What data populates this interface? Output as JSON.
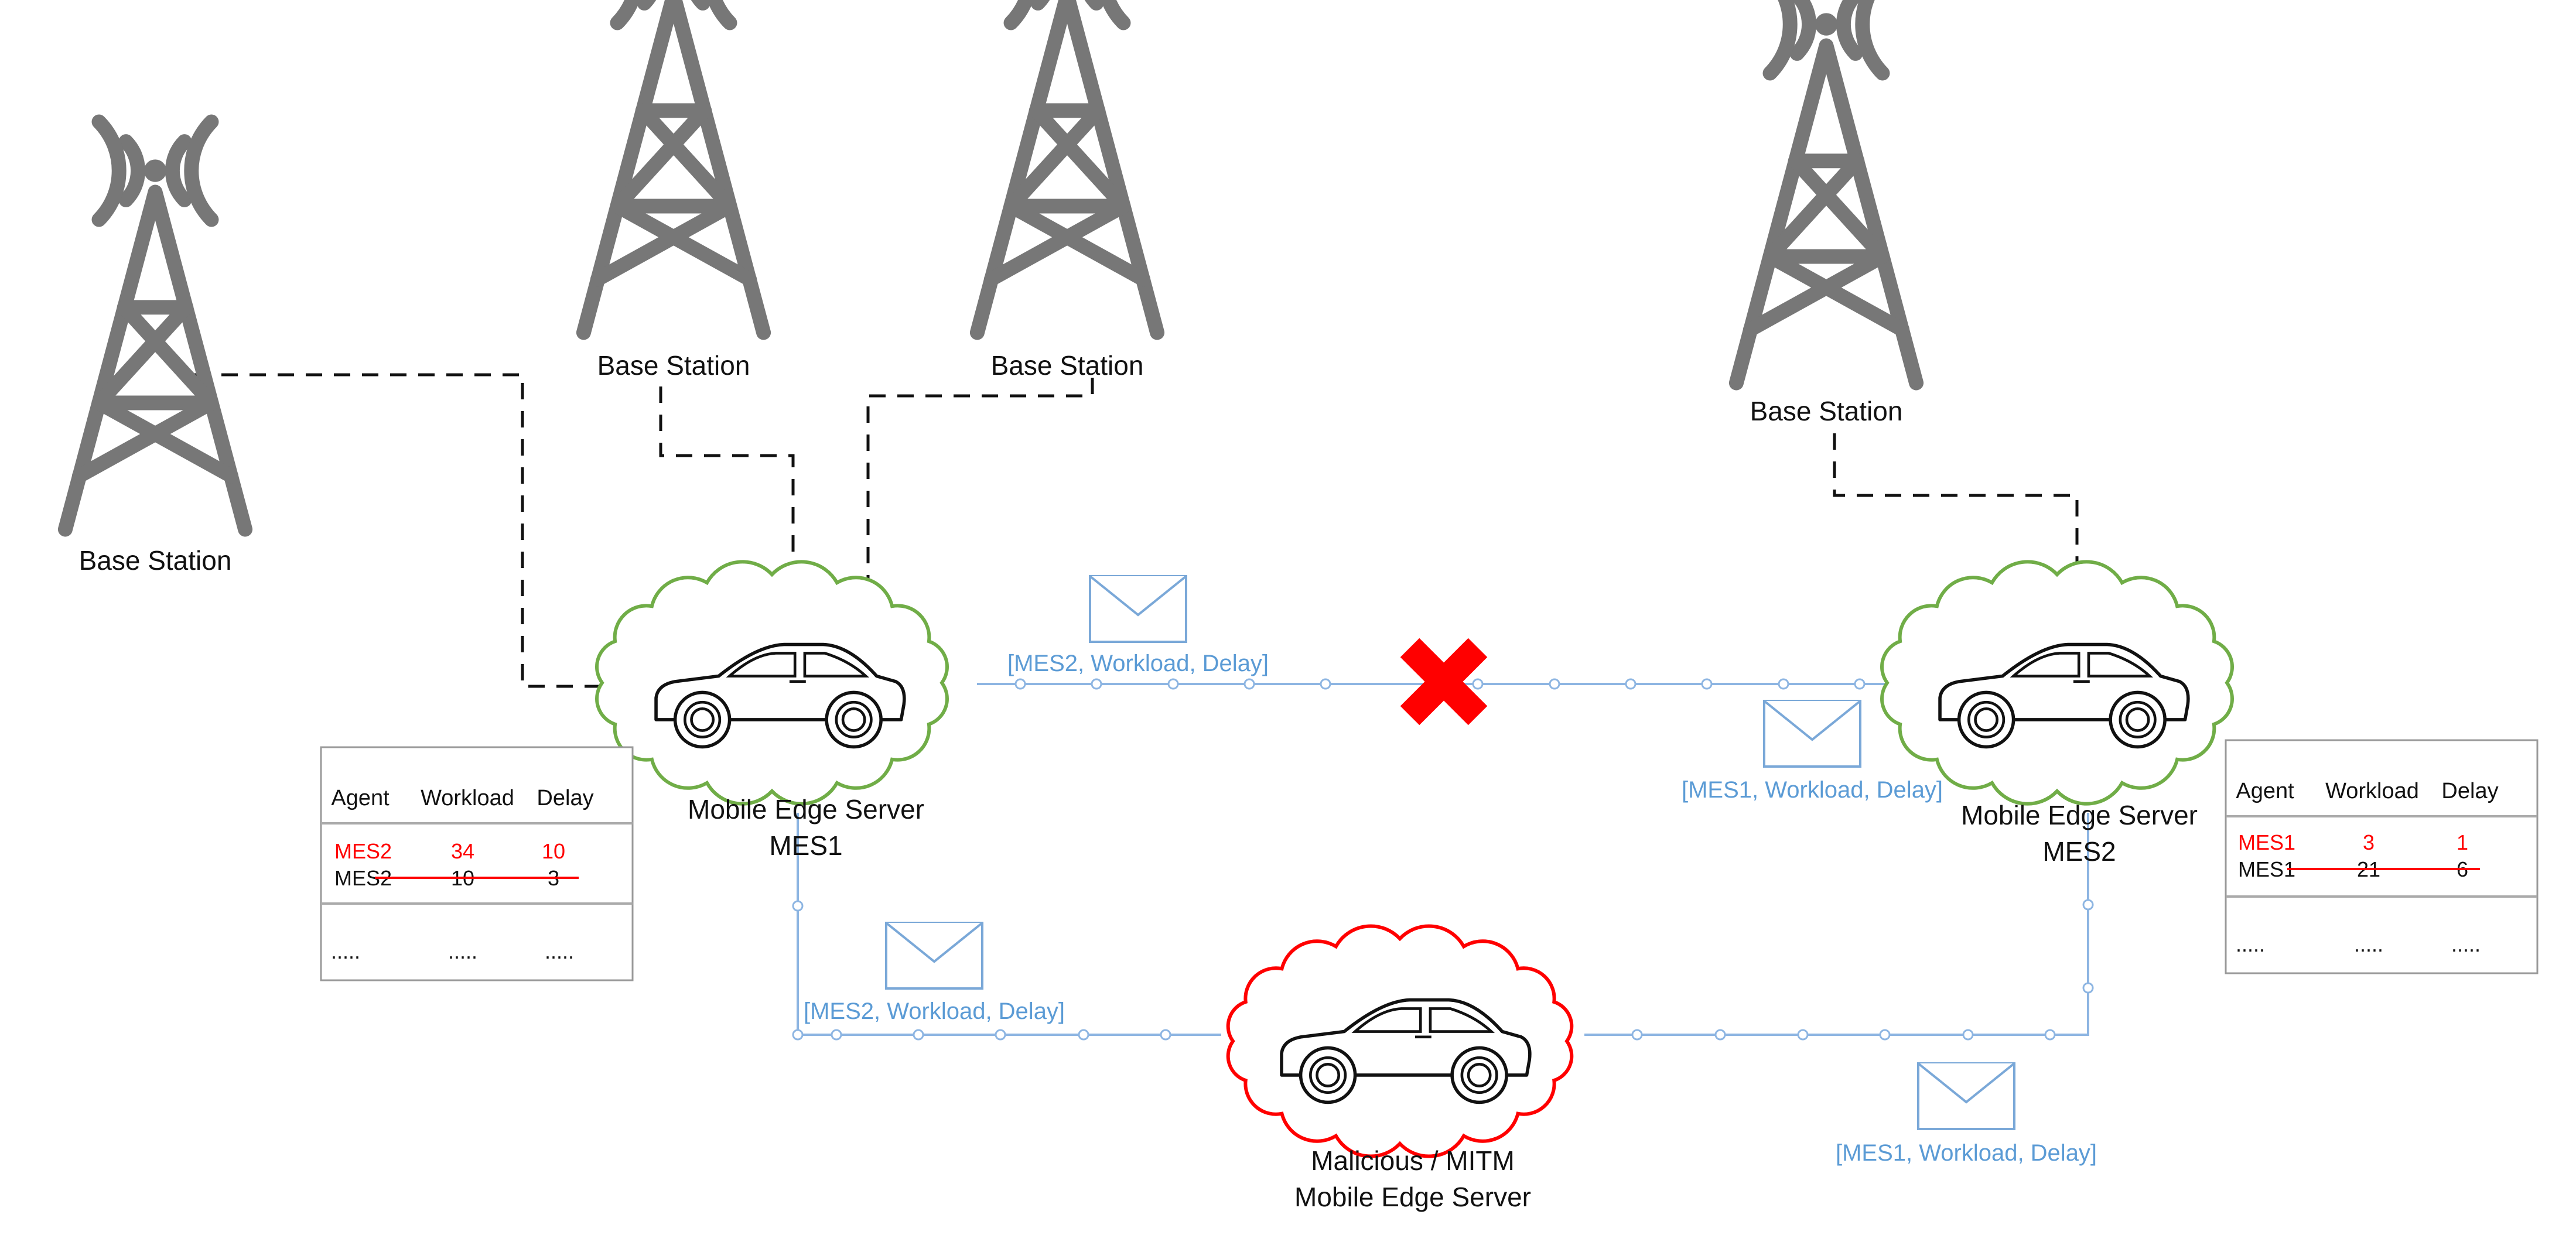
{
  "colors": {
    "tower": "#777777",
    "normal_cloud": "#70ad47",
    "malicious_cloud": "#ff0000",
    "link": "#8db5e2",
    "message_text": "#5b9bd5",
    "forged_row": "#ff0000",
    "block_mark": "#ff0000"
  },
  "base_stations": [
    {
      "label": "Base Station"
    },
    {
      "label": "Base Station"
    },
    {
      "label": "Base Station"
    },
    {
      "label": "Base Station"
    }
  ],
  "servers": {
    "mes1": {
      "line1": "Mobile Edge Server",
      "line2": "MES1"
    },
    "mes2": {
      "line1": "Mobile Edge Server",
      "line2": "MES2"
    },
    "mitm": {
      "line1": "Malicious / MITM",
      "line2": "Mobile Edge Server"
    }
  },
  "messages": {
    "top_left": "[MES2, Workload, Delay]",
    "top_right": "[MES1, Workload, Delay]",
    "bottom_left": "[MES2, Workload, Delay]",
    "bottom_right": "[MES1, Workload, Delay]"
  },
  "tables": {
    "left": {
      "headers": [
        "Agent",
        "Workload",
        "Delay"
      ],
      "forged_row": [
        "MES2",
        "34",
        "10"
      ],
      "struck_row": [
        "MES2",
        "10",
        "3"
      ],
      "ellipsis_row": [
        ".....",
        ".....",
        "....."
      ]
    },
    "right": {
      "headers": [
        "Agent",
        "Workload",
        "Delay"
      ],
      "forged_row": [
        "MES1",
        "3",
        "1"
      ],
      "struck_row": [
        "MES1",
        "21",
        "6"
      ],
      "ellipsis_row": [
        ".....",
        ".....",
        "....."
      ]
    }
  },
  "icons": {
    "tower": "radio-tower-icon",
    "car": "car-icon",
    "envelope": "envelope-icon",
    "blocked": "red-x-icon"
  }
}
